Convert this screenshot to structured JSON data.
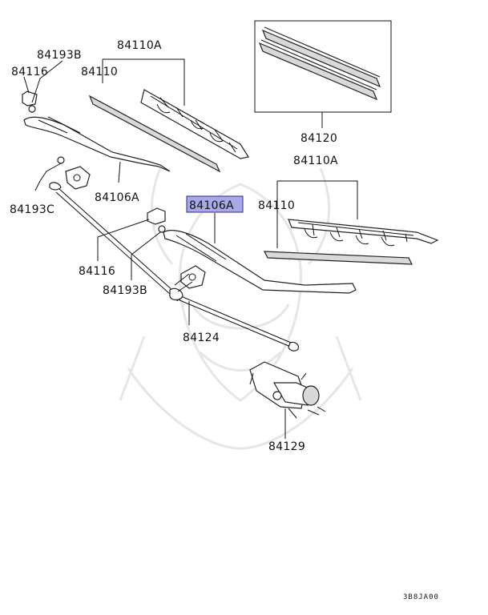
{
  "labels": {
    "p84110A_top": "84110A",
    "p84193B_left": "84193B",
    "p84116_left": "84116",
    "p84110_top": "84110",
    "p84120": "84120",
    "p84110A_right": "84110A",
    "p84106A_highlight": "84106A",
    "p84110_right": "84110",
    "p84193C": "84193C",
    "p84106A_left": "84106A",
    "p84116_mid": "84116",
    "p84193B_mid": "84193B",
    "p84124": "84124",
    "p84129": "84129"
  },
  "footer": {
    "code": "3B8JA00"
  },
  "colors": {
    "highlight_fill": "#a9a9e6",
    "highlight_stroke": "#2a2a8a",
    "line": "#111111"
  }
}
